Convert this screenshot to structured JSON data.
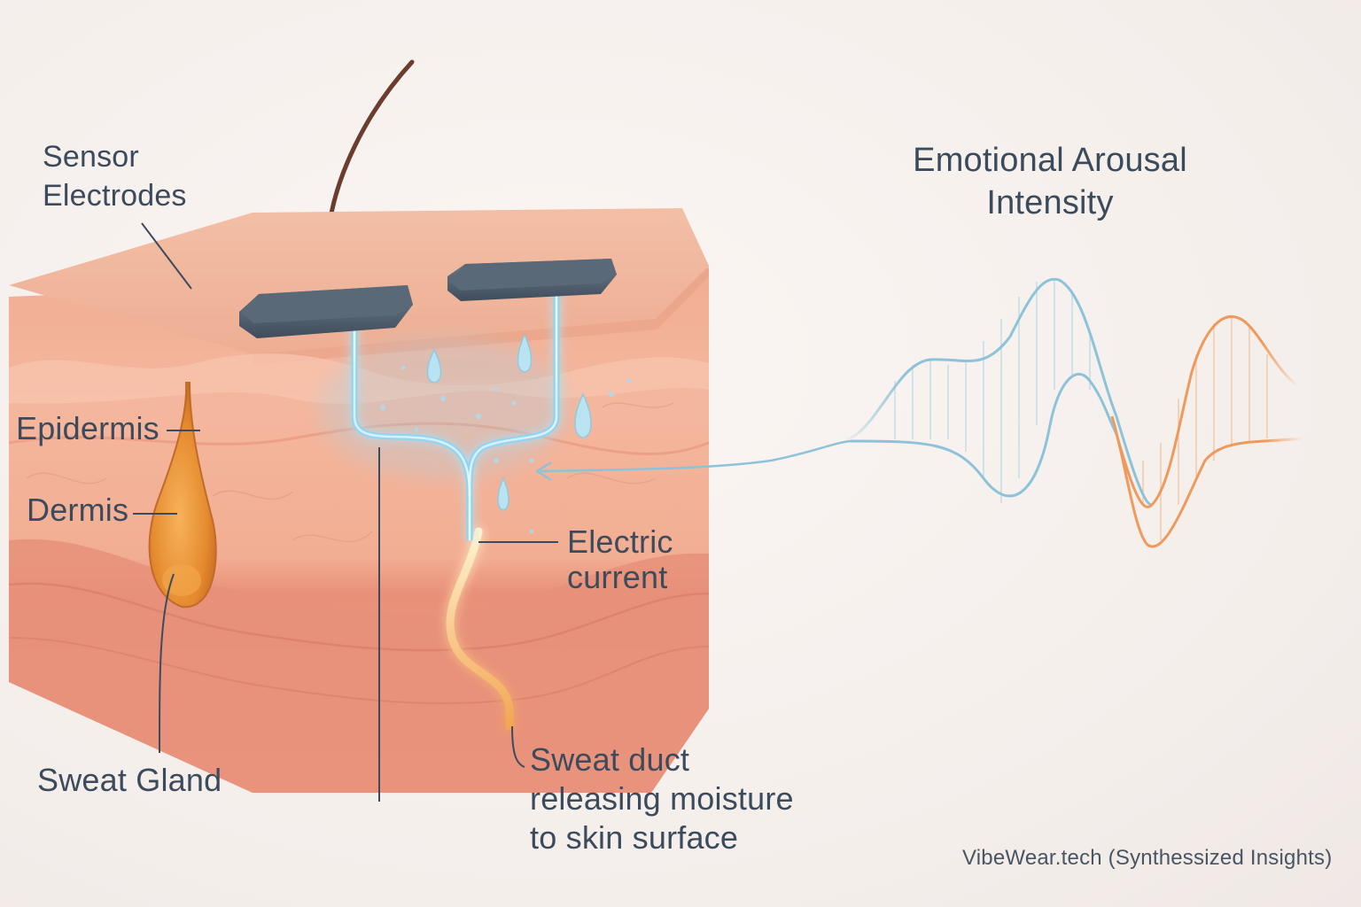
{
  "labels": {
    "sensor_electrodes": [
      "Sensor",
      "Electrodes"
    ],
    "epidermis": "Epidermis",
    "dermis": "Dermis",
    "sweat_gland": "Sweat Gland",
    "electric_current": [
      "Electric",
      "current"
    ],
    "sweat_duct": [
      "Sweat duct",
      "releasing moisture",
      "to skin surface"
    ],
    "emotional_arousal": [
      "Emotional Arousal",
      "Intensity"
    ]
  },
  "credit": "VibeWear.tech (Synthessized Insights)",
  "colors": {
    "skin_top": "#f0b49a",
    "skin_side": "#f2aa8e",
    "dermis_deep": "#e8937c",
    "electrode": "#4e5d6e",
    "current_glow": "#8fd4f0",
    "gland": "#e8923a",
    "wave_blue": "#8cc3d8",
    "wave_orange": "#ef9a5c",
    "label_text": "#3c4b5c"
  },
  "icons": [
    "sensor-electrode-icon",
    "sweat-drop-icon",
    "hair-icon"
  ]
}
